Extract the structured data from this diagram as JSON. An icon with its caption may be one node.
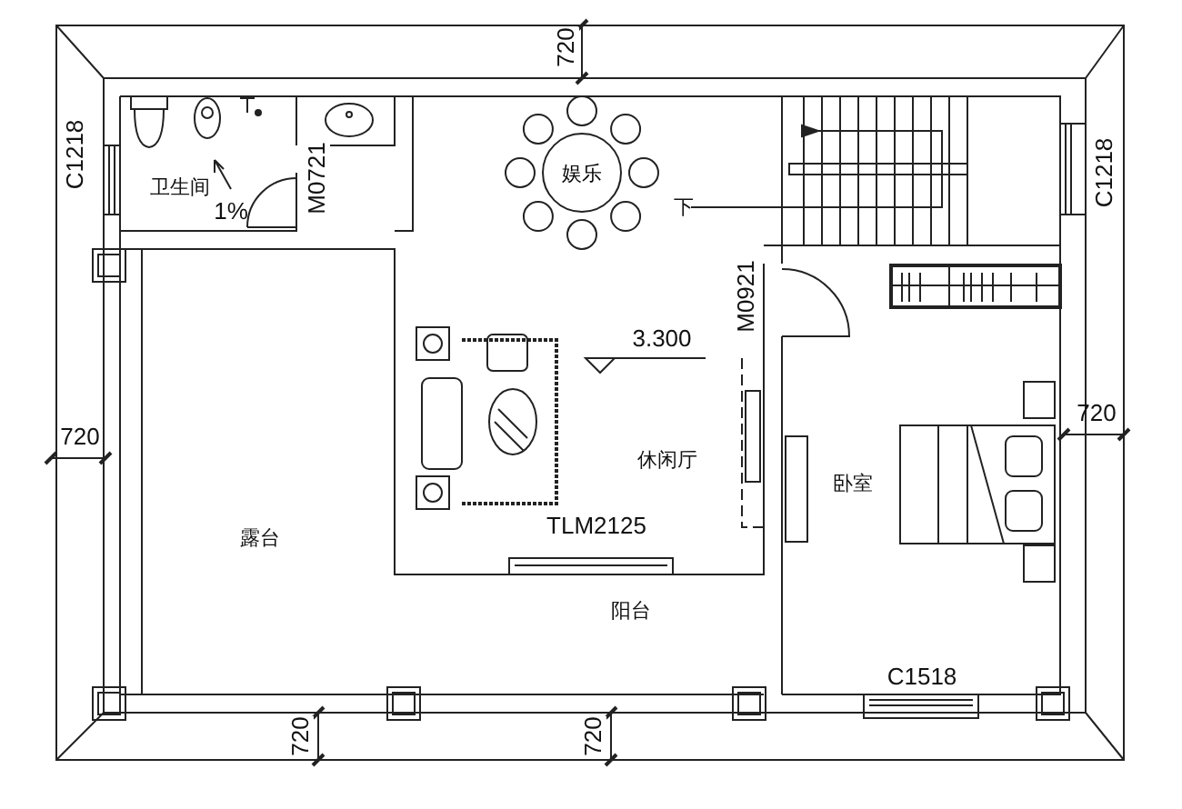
{
  "diagram": {
    "nodes": [
      {
        "text": [
          "娱乐"
        ]
      }
    ],
    "labels": [
      "720",
      "C1218",
      "卫生间",
      "1%",
      "M0721",
      "下",
      "C1218",
      "M0921",
      "3.300",
      "720",
      "休闲厅",
      "卧室",
      "720",
      "露台",
      "TLM2125",
      "阳台",
      "C1518",
      "720",
      "720"
    ]
  }
}
